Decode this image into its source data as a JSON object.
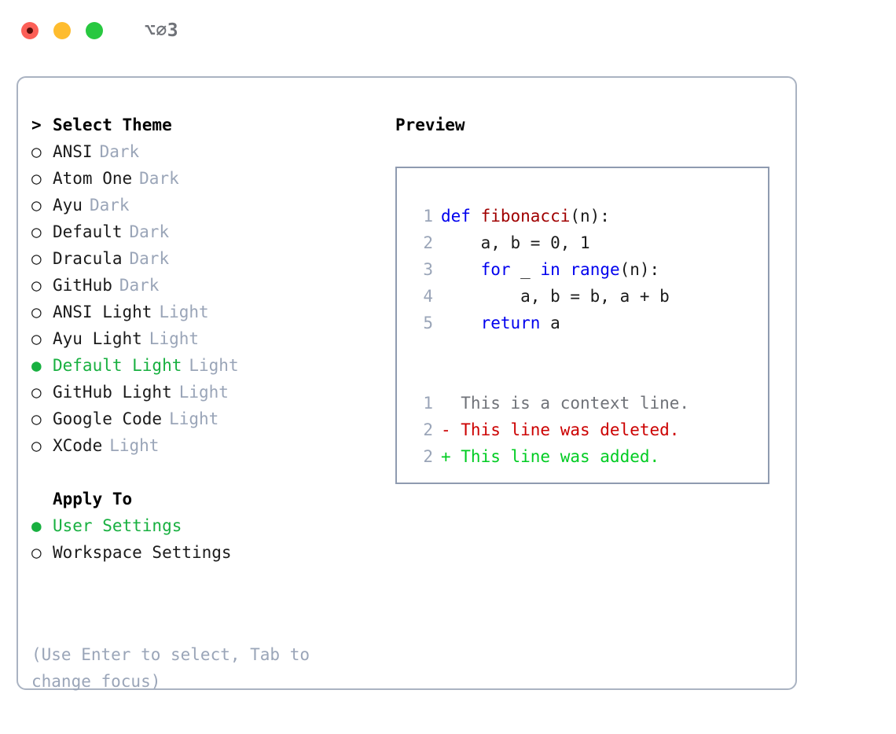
{
  "titlebar": {
    "dots": [
      {
        "name": "close",
        "color": "#fc5f57"
      },
      {
        "name": "minimize",
        "color": "#febc2e"
      },
      {
        "name": "zoom",
        "color": "#28c840"
      }
    ],
    "shortcut": "⌥⌀3"
  },
  "theme_list": {
    "header_marker": ">",
    "header_label": "Select Theme",
    "items": [
      {
        "marker": "○",
        "label": "ANSI",
        "tag": "Dark",
        "selected": false
      },
      {
        "marker": "○",
        "label": "Atom One",
        "tag": "Dark",
        "selected": false
      },
      {
        "marker": "○",
        "label": "Ayu",
        "tag": "Dark",
        "selected": false
      },
      {
        "marker": "○",
        "label": "Default",
        "tag": "Dark",
        "selected": false
      },
      {
        "marker": "○",
        "label": "Dracula",
        "tag": "Dark",
        "selected": false
      },
      {
        "marker": "○",
        "label": "GitHub",
        "tag": "Dark",
        "selected": false
      },
      {
        "marker": "○",
        "label": "ANSI Light",
        "tag": "Light",
        "selected": false
      },
      {
        "marker": "○",
        "label": "Ayu Light",
        "tag": "Light",
        "selected": false
      },
      {
        "marker": "●",
        "label": "Default Light",
        "tag": "Light",
        "selected": true
      },
      {
        "marker": "○",
        "label": "GitHub Light",
        "tag": "Light",
        "selected": false
      },
      {
        "marker": "○",
        "label": "Google Code",
        "tag": "Light",
        "selected": false
      },
      {
        "marker": "○",
        "label": "XCode",
        "tag": "Light",
        "selected": false
      }
    ]
  },
  "apply_to": {
    "header_label": "Apply To",
    "items": [
      {
        "marker": "●",
        "label": "User Settings",
        "selected": true
      },
      {
        "marker": "○",
        "label": "Workspace Settings",
        "selected": false
      }
    ]
  },
  "hint": "(Use Enter to select, Tab to change focus)",
  "preview": {
    "title": "Preview",
    "code_lines": [
      {
        "gutter": "1",
        "segments": [
          {
            "text": "def ",
            "style": "kw"
          },
          {
            "text": "fibonacci",
            "style": "fn"
          },
          {
            "text": "(n):",
            "style": "plain"
          }
        ]
      },
      {
        "gutter": "2",
        "segments": [
          {
            "text": "    a, b = 0, 1",
            "style": "plain"
          }
        ]
      },
      {
        "gutter": "3",
        "segments": [
          {
            "text": "    ",
            "style": "plain"
          },
          {
            "text": "for",
            "style": "kw"
          },
          {
            "text": " _ ",
            "style": "plain"
          },
          {
            "text": "in",
            "style": "kw"
          },
          {
            "text": " ",
            "style": "plain"
          },
          {
            "text": "range",
            "style": "kw"
          },
          {
            "text": "(n):",
            "style": "plain"
          }
        ]
      },
      {
        "gutter": "4",
        "segments": [
          {
            "text": "        a, b = b, a + b",
            "style": "plain"
          }
        ]
      },
      {
        "gutter": "5",
        "segments": [
          {
            "text": "    ",
            "style": "plain"
          },
          {
            "text": "return",
            "style": "kw"
          },
          {
            "text": " a",
            "style": "plain"
          }
        ]
      }
    ],
    "diff_lines": [
      {
        "gutter": "1",
        "text": "  This is a context line.",
        "kind": "context"
      },
      {
        "gutter": "2",
        "text": "- This line was deleted.",
        "kind": "deleted"
      },
      {
        "gutter": "2",
        "text": "+ This line was added.",
        "kind": "added"
      }
    ]
  },
  "colors": {
    "accent_green": "#18b040",
    "tag_gray": "#9aa5b8",
    "keyword_blue": "#0000ee",
    "function_red": "#a00000",
    "diff_deleted": "#cc0000",
    "diff_added": "#00cc22",
    "border": "#aab3c2"
  }
}
